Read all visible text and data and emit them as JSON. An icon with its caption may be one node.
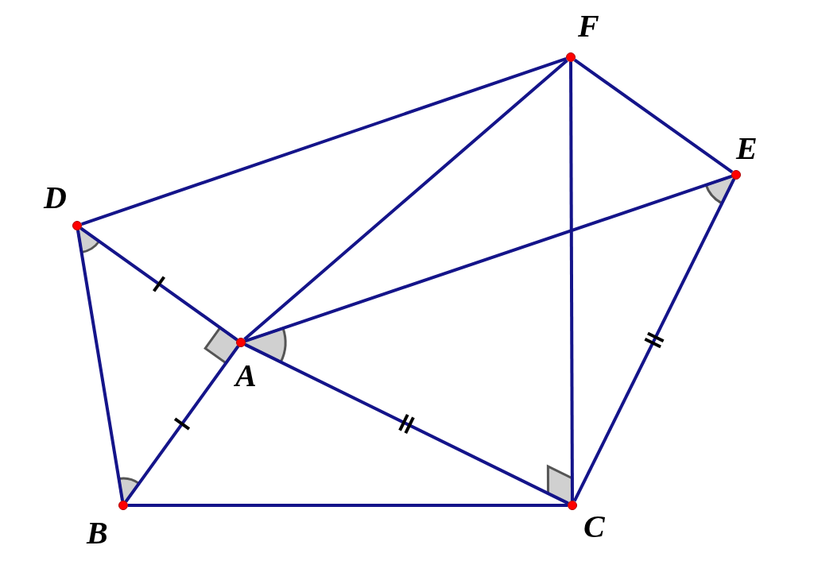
{
  "diagram": {
    "nodes": [
      {
        "text": [
          "A"
        ]
      },
      {
        "text": [
          "B"
        ]
      },
      {
        "text": [
          "C"
        ]
      },
      {
        "text": [
          "D"
        ]
      },
      {
        "text": [
          "E"
        ]
      },
      {
        "text": [
          "F"
        ]
      }
    ],
    "edges": [
      {
        "from": 3,
        "to": 5,
        "arrow": "none"
      },
      {
        "from": 3,
        "to": 0,
        "arrow": "none"
      },
      {
        "from": 3,
        "to": 1,
        "arrow": "none"
      },
      {
        "from": 0,
        "to": 5,
        "arrow": "none"
      },
      {
        "from": 0,
        "to": 4,
        "arrow": "none"
      },
      {
        "from": 0,
        "to": 2,
        "arrow": "none"
      },
      {
        "from": 0,
        "to": 1,
        "arrow": "none"
      },
      {
        "from": 1,
        "to": 2,
        "arrow": "none"
      },
      {
        "from": 2,
        "to": 5,
        "arrow": "none"
      },
      {
        "from": 2,
        "to": 4,
        "arrow": "none"
      },
      {
        "from": 4,
        "to": 5,
        "arrow": "none"
      }
    ]
  }
}
